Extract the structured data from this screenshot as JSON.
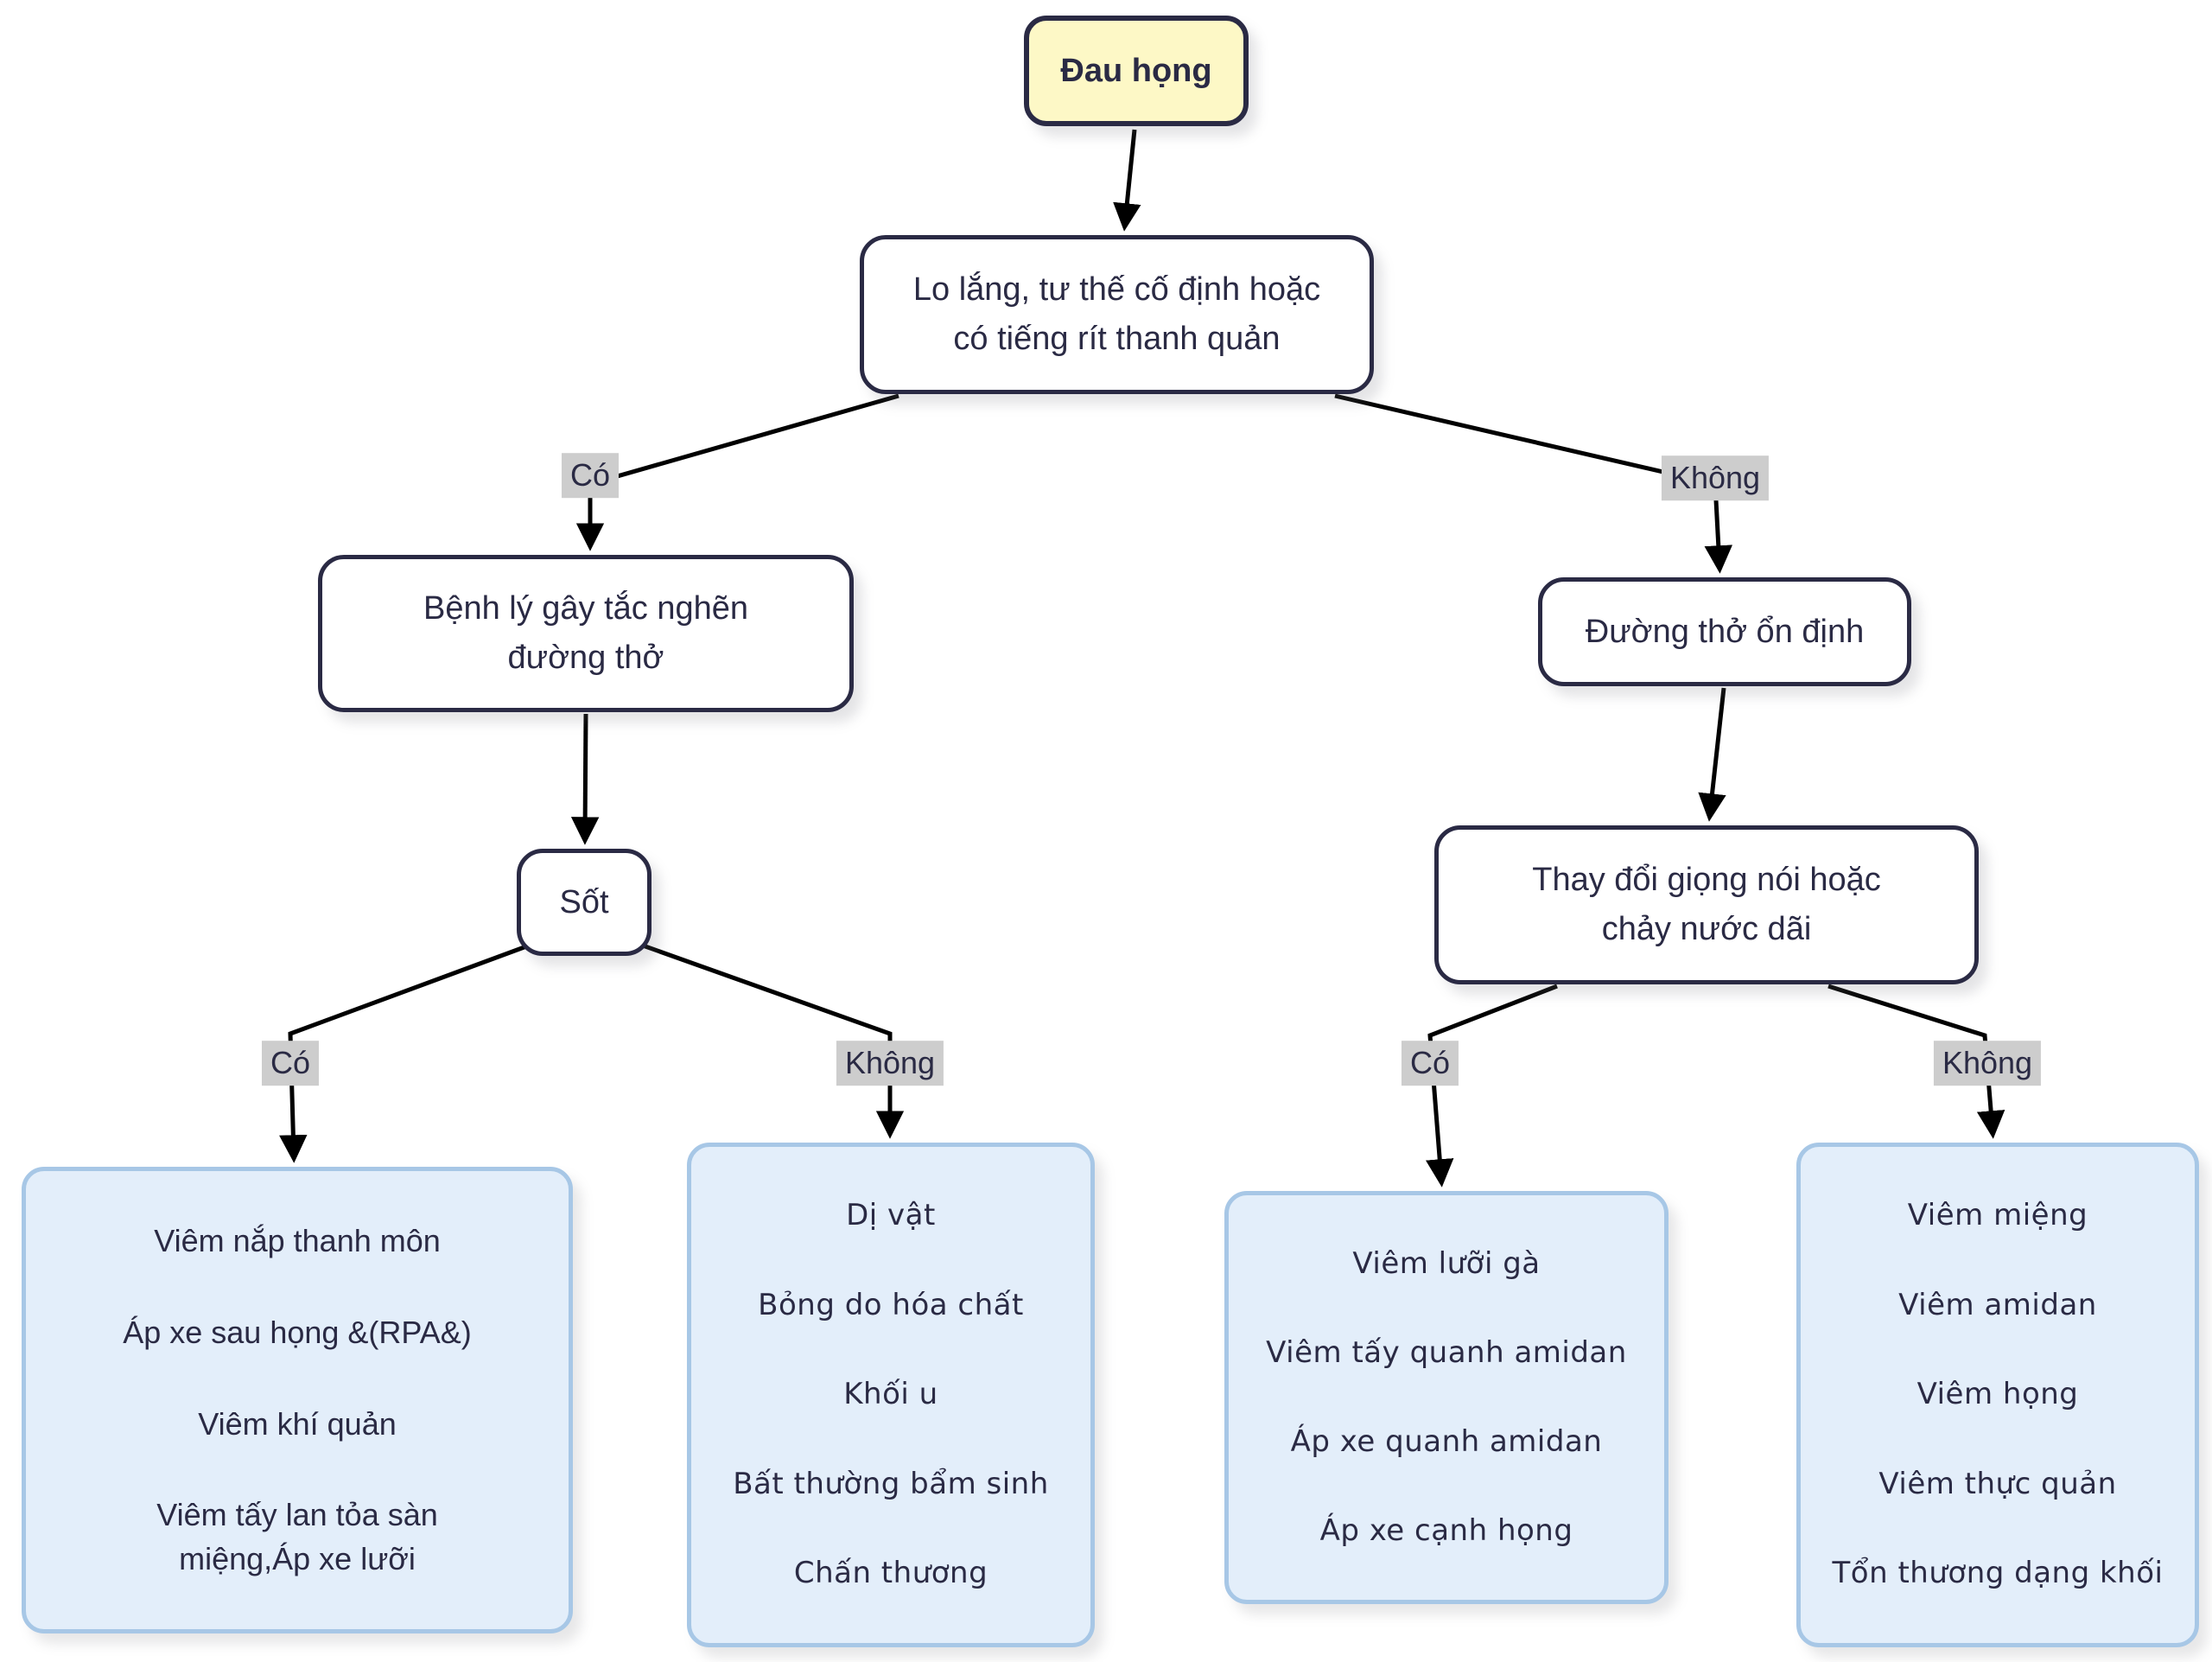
{
  "palette": {
    "background": "#ffffff",
    "node_border": "#2a2a44",
    "node_fill": "#ffffff",
    "root_fill": "#fdf8c6",
    "leaf_fill": "#e3eefa",
    "leaf_border": "#a7c7e6",
    "edge_label_bg": "#cdcdcd",
    "text": "#2a2a44",
    "edge_line": "#000000"
  },
  "flowchart": {
    "root": {
      "label": "Đau họng"
    },
    "node_anxiety_stridor": {
      "label": "Lo lắng, tư thế cố định hoặc\ncó tiếng rít thanh quản"
    },
    "node_airway_obstruction": {
      "label": "Bệnh lý gây tắc nghẽn\nđường thở"
    },
    "node_fever": {
      "label": "Sốt"
    },
    "node_stable_airway": {
      "label": "Đường thở ổn định"
    },
    "node_voice_drooling": {
      "label": "Thay đổi giọng nói hoặc\nchảy nước dãi"
    },
    "edge_labels": {
      "anxiety_yes": "Có",
      "anxiety_no": "Không",
      "fever_yes": "Có",
      "fever_no": "Không",
      "voice_yes": "Có",
      "voice_no": "Không"
    },
    "leaf_fever_yes": {
      "items": [
        "Viêm nắp thanh môn",
        "Áp xe sau họng &(RPA&)",
        "Viêm khí quản",
        "Viêm tấy lan tỏa sàn\nmiệng,Áp xe lưỡi"
      ]
    },
    "leaf_fever_no": {
      "items": [
        "Dị vật",
        "Bỏng do hóa chất",
        "Khối u",
        "Bất thường bẩm sinh",
        "Chấn thương"
      ]
    },
    "leaf_voice_yes": {
      "items": [
        "Viêm lưỡi gà",
        "Viêm tấy quanh amidan",
        "Áp xe quanh amidan",
        "Áp xe cạnh họng"
      ]
    },
    "leaf_voice_no": {
      "items": [
        "Viêm miệng",
        "Viêm amidan",
        "Viêm họng",
        "Viêm thực quản",
        "Tổn thương dạng khối"
      ]
    }
  }
}
